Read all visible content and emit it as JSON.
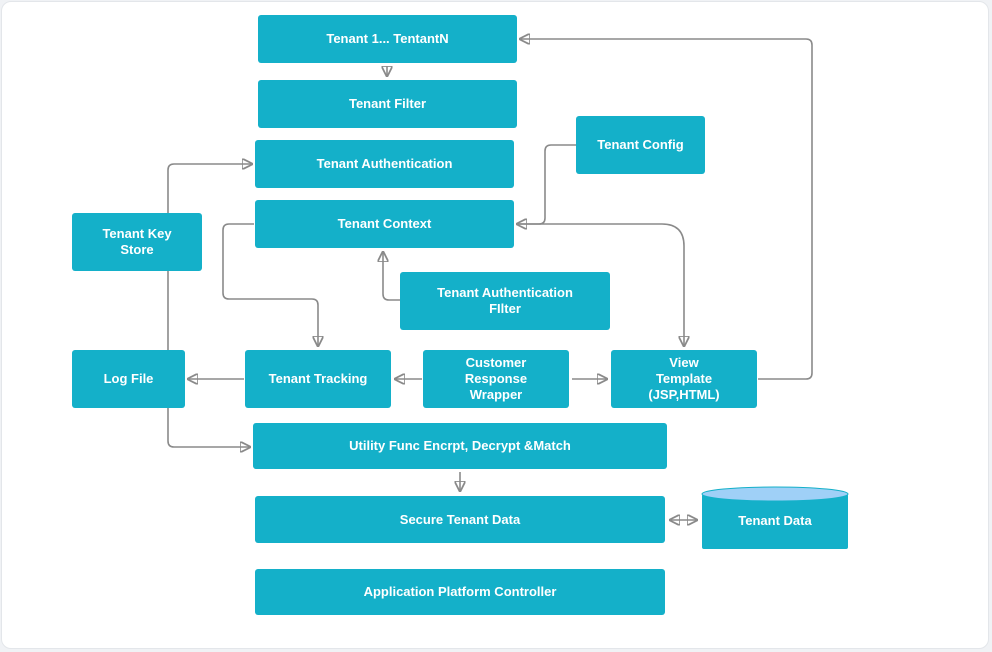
{
  "nodes": {
    "tenants": "Tenant 1... TentantN",
    "tenant_filter": "Tenant Filter",
    "tenant_config": "Tenant Config",
    "tenant_authentication": "Tenant Authentication",
    "tenant_key_store": "Tenant Key Store",
    "tenant_context": "Tenant Context",
    "tenant_auth_filter": "Tenant Authentication FIlter",
    "log_file": "Log File",
    "tenant_tracking": "Tenant Tracking",
    "customer_response_wrapper": "Customer Response Wrapper",
    "view_template": "View Template (JSP,HTML)",
    "utility_func": "Utility Func Encrpt, Decrypt &Match",
    "secure_tenant_data": "Secure Tenant Data",
    "tenant_data": "Tenant Data",
    "app_platform_controller": "Application Platform Controller"
  },
  "colors": {
    "box": "#14b0c9",
    "cylinder_top": "#9fd0f7",
    "connector": "#8a8a8a",
    "text": "#ffffff"
  }
}
